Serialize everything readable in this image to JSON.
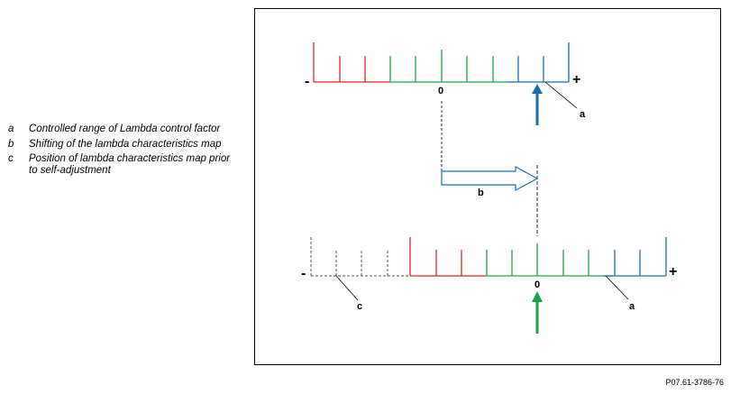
{
  "legend": [
    {
      "key": "a",
      "text": "Controlled range of Lambda control factor"
    },
    {
      "key": "b",
      "text": "Shifting of the lambda characteristics map"
    },
    {
      "key": "c",
      "text": "Position of lambda characteristics map prior to self-adjustment"
    }
  ],
  "diagram": {
    "minus": "-",
    "plus": "+",
    "zero": "0",
    "label_a": "a",
    "label_b": "b",
    "label_c": "c",
    "colors": {
      "red": "#d9262b",
      "green": "#1ea54a",
      "blue": "#1b6fb0",
      "gray": "#555555",
      "arrow_blue": "#1b6fb0",
      "arrow_green": "#19a24a"
    }
  },
  "figure_code": "P07.61-3786-76"
}
